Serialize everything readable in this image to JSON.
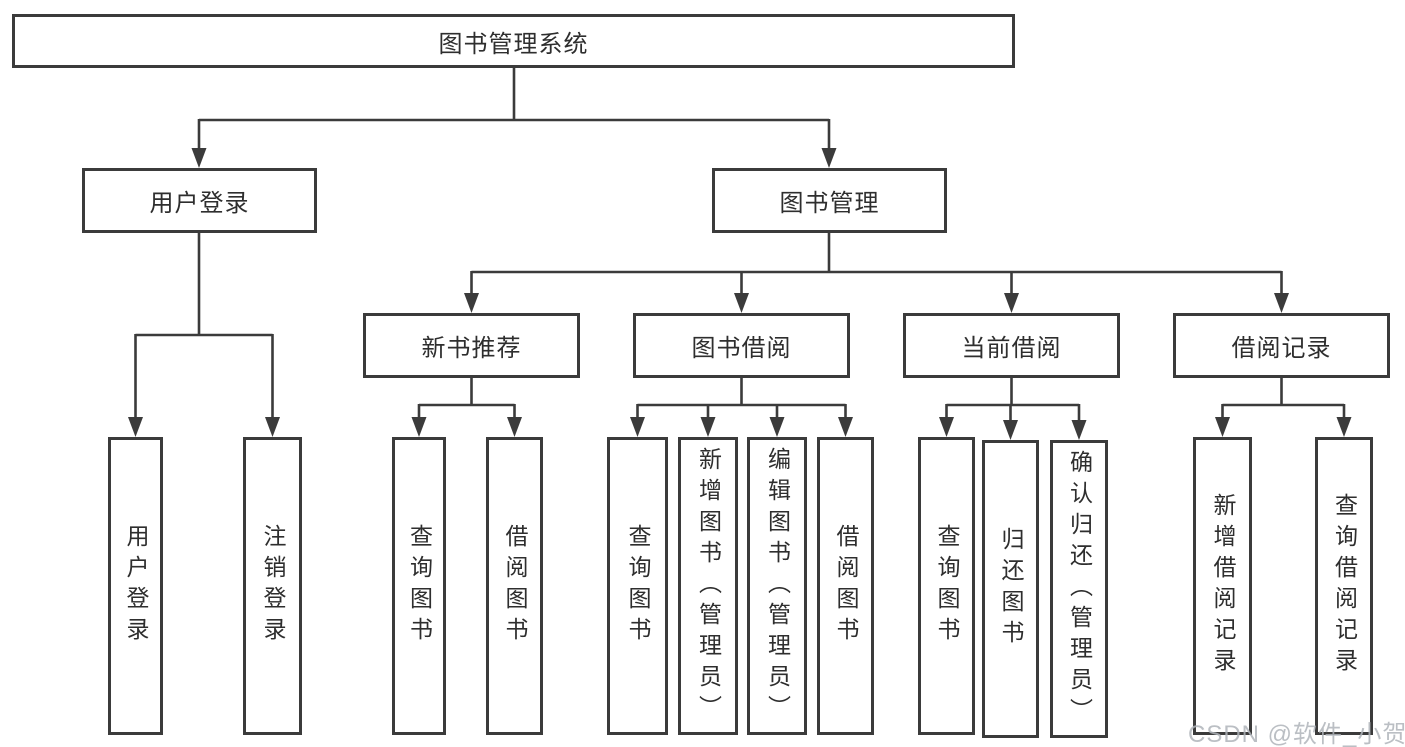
{
  "diagram_title": "图书管理系统",
  "tree": {
    "root": {
      "label": "图书管理系统"
    },
    "children": [
      {
        "label": "用户登录",
        "children": [
          {
            "label": "用户登录"
          },
          {
            "label": "注销登录"
          }
        ]
      },
      {
        "label": "图书管理",
        "children": [
          {
            "label": "新书推荐",
            "children": [
              {
                "label": "查询图书"
              },
              {
                "label": "借阅图书"
              }
            ]
          },
          {
            "label": "图书借阅",
            "children": [
              {
                "label": "查询图书"
              },
              {
                "label": "新增图书（管理员）"
              },
              {
                "label": "编辑图书（管理员）"
              },
              {
                "label": "借阅图书"
              }
            ]
          },
          {
            "label": "当前借阅",
            "children": [
              {
                "label": "查询图书"
              },
              {
                "label": "归还图书"
              },
              {
                "label": "确认归还（管理员）"
              }
            ]
          },
          {
            "label": "借阅记录",
            "children": [
              {
                "label": "新增借阅记录"
              },
              {
                "label": "查询借阅记录"
              }
            ]
          }
        ]
      }
    ]
  },
  "watermark": {
    "text": "CSDN @软件_小贺同学"
  },
  "colors": {
    "line": "#3b3b3b",
    "border": "#3b3b3b",
    "text": "#2e2e2e",
    "watermark": "#afb4ba",
    "background": "#ffffff"
  }
}
